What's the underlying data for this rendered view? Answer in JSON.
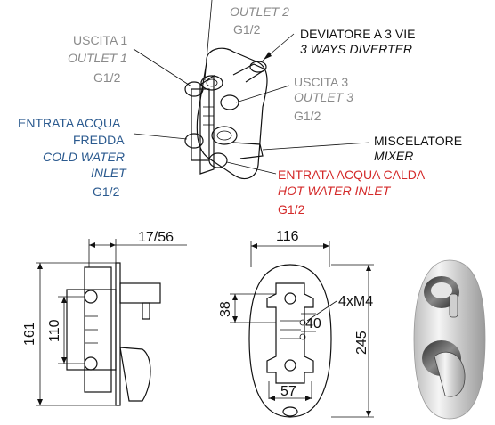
{
  "labels": {
    "outlet2": {
      "it": "OUTLET 2",
      "thread": "G1/2"
    },
    "diverter": {
      "it_line": "DEVIATORE A 3 VIE",
      "en": "3 WAYS DIVERTER"
    },
    "outlet1": {
      "it": "USCITA 1",
      "en": "OUTLET 1",
      "thread": "G1/2"
    },
    "outlet3": {
      "it": "USCITA 3",
      "en": "OUTLET 3",
      "thread": "G1/2"
    },
    "cold": {
      "it1": "ENTRATA ACQUA",
      "it2": "FREDDA",
      "en1": "COLD WATER",
      "en2": "INLET",
      "thread": "G1/2"
    },
    "mixer": {
      "it": "MISCELATORE",
      "en": "MIXER"
    },
    "hot": {
      "it": "ENTRATA ACQUA CALDA",
      "en": "HOT WATER INLET",
      "thread": "G1/2"
    }
  },
  "dimensions": {
    "side_depth": "17/56",
    "side_height": "161",
    "side_inner": "110",
    "front_width": "116",
    "front_height": "245",
    "front_vertical_38": "38",
    "front_40": "40",
    "front_57": "57",
    "screws": "4xM4"
  },
  "colors": {
    "gray": "#8a8a8a",
    "blue": "#2b5a8f",
    "red": "#d42a2a",
    "black": "#111111"
  }
}
